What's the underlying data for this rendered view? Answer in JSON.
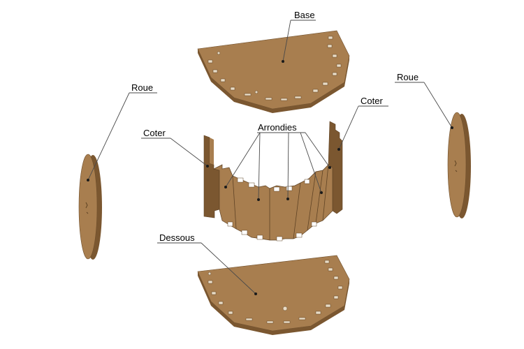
{
  "labels": {
    "base": "Base",
    "roue_left": "Roue",
    "roue_right": "Roue",
    "coter_left": "Coter",
    "coter_right": "Coter",
    "arrondies": "Arrondies",
    "dessous": "Dessous"
  },
  "colors": {
    "wood_top": "#a87e4f",
    "wood_edge": "#7b5730",
    "wood_dark": "#5f4325",
    "slot": "#e9dcc6",
    "leader": "#4a4a4a"
  }
}
